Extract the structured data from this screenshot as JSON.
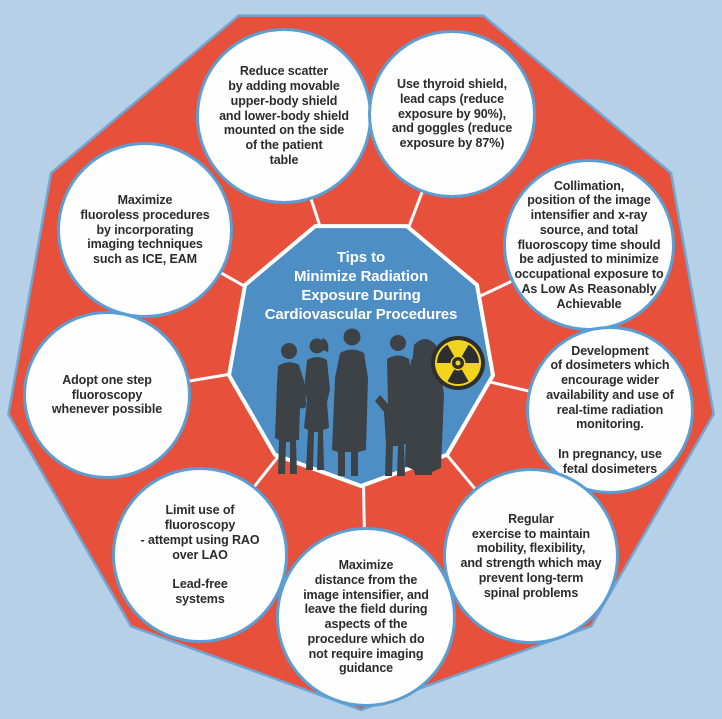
{
  "center": {
    "title": "Tips to\nMinimize Radiation\nExposure During\nCardiovascular Procedures",
    "icons": {
      "people": "medical-team-silhouettes",
      "radiation": "radiation-trefoil-symbol"
    }
  },
  "tips": [
    {
      "id": "shields",
      "text": "Reduce scatter\nby adding movable\nupper-body shield\nand lower-body shield\nmounted on the side\nof the patient\ntable"
    },
    {
      "id": "thyroid-goggles",
      "text": "Use thyroid shield,\nlead caps (reduce\nexposure by 90%),\nand goggles (reduce\nexposure by 87%)"
    },
    {
      "id": "collimation",
      "text": "Collimation,\nposition of the image\nintensifier and x-ray\nsource, and total\nfluoroscopy time should\nbe adjusted to minimize\noccupational exposure to\nAs Low As Reasonably\nAchievable"
    },
    {
      "id": "dosimeters",
      "text": "Development\nof dosimeters which\nencourage wider\navailability and use of\nreal-time radiation\nmonitoring.\n\nIn pregnancy, use\nfetal dosimeters"
    },
    {
      "id": "exercise",
      "text": "Regular\nexercise to maintain\nmobility, flexibility,\nand strength which may\nprevent long-term\nspinal problems"
    },
    {
      "id": "distance",
      "text": "Maximize\ndistance from the\nimage intensifier, and\nleave the field during\naspects of the\nprocedure which do\nnot require imaging\nguidance"
    },
    {
      "id": "limit-fluoroscopy",
      "text": "Limit use of\nfluoroscopy\n- attempt using RAO\nover LAO\n\nLead-free\nsystems"
    },
    {
      "id": "one-step",
      "text": "Adopt one step\nfluoroscopy\nwhenever possible"
    },
    {
      "id": "fluoroless",
      "text": "Maximize\nfluoroless procedures\nby incorporating\nimaging techniques\nsuch as ICE, EAM"
    }
  ],
  "colors": {
    "background": "#b6d0e8",
    "nonagon_red": "#e7503a",
    "nonagon_border": "#6fa6d4",
    "circle_fill": "#fefefe",
    "circle_border": "#5b9ed3",
    "center_fill": "#4d8fc5",
    "center_border": "#ffffff",
    "radiation_yellow": "#f2d41c",
    "radiation_dark": "#2e2e30",
    "silhouette": "#3d4247",
    "tip_text": "#2b2b2b",
    "title_text": "#ffffff"
  }
}
